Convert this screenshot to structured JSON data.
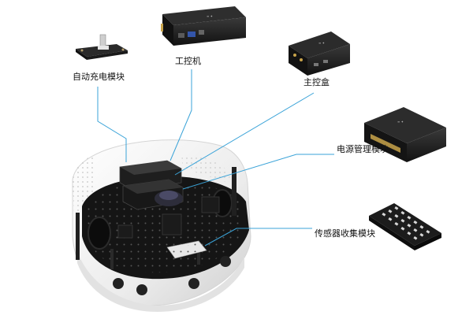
{
  "labels": {
    "auto_charge_module": "自动充电模块",
    "industrial_pc": "工控机",
    "main_control_box": "主控盒",
    "power_management_module": "电源管理模块",
    "sensor_collection_module": "传感器收集模块"
  },
  "colors": {
    "leader_line": "#3aa3d8",
    "board": "#151515",
    "shell": "#f1f1f1",
    "device": "#1c1c1c"
  }
}
